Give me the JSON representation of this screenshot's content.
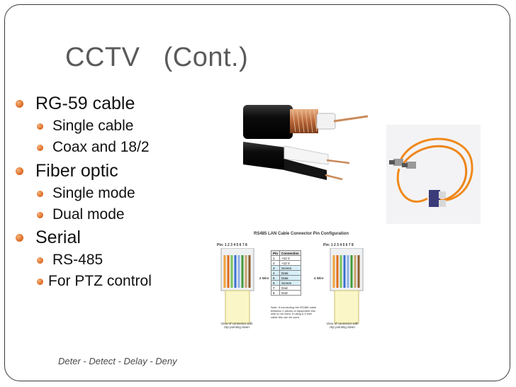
{
  "slide": {
    "title": "CCTV   (Cont.)",
    "bullets": [
      {
        "level": 1,
        "text": "RG-59 cable"
      },
      {
        "level": 2,
        "text": "Single cable"
      },
      {
        "level": 2,
        "text": "Coax and 18/2"
      },
      {
        "level": 1,
        "text": "Fiber optic"
      },
      {
        "level": 2,
        "text": "Single mode"
      },
      {
        "level": 2,
        "text": "Dual mode"
      },
      {
        "level": 1,
        "text": "Serial"
      },
      {
        "level": 2,
        "text": "RS-485"
      },
      {
        "level": 2,
        "text": "For PTZ control"
      }
    ],
    "footer": "Deter - Detect - Delay - Deny",
    "bullet_color": "#e0722a"
  },
  "rs485_diagram": {
    "title": "RS485 LAN Cable Connector Pin Configuration",
    "pin_label_left": "Pin: 1 2 3 4 5 6 7 8",
    "pin_label_right": "Pin: 1 2 3 4 5 6 7 8",
    "wires_left": "2 Wire",
    "wires_right": "4 Wire",
    "table_header": [
      "Pin",
      "Connection"
    ],
    "table_rows": [
      [
        "1",
        "+12 V"
      ],
      [
        "2",
        "+12 V"
      ],
      [
        "3",
        "Screen"
      ],
      [
        "4",
        "Data"
      ],
      [
        "5",
        "Data"
      ],
      [
        "6",
        "Screen"
      ],
      [
        "7",
        "Gnd"
      ],
      [
        "8",
        "Gnd"
      ]
    ],
    "note": "Note: If connecting the RS485 cable between 2 pieces of equipment this wire is not used. If using a 4 wire cable this can be used.",
    "caption_left": "View of connector with clip pointing down",
    "caption_right": "View of connector with clip pointing down"
  }
}
